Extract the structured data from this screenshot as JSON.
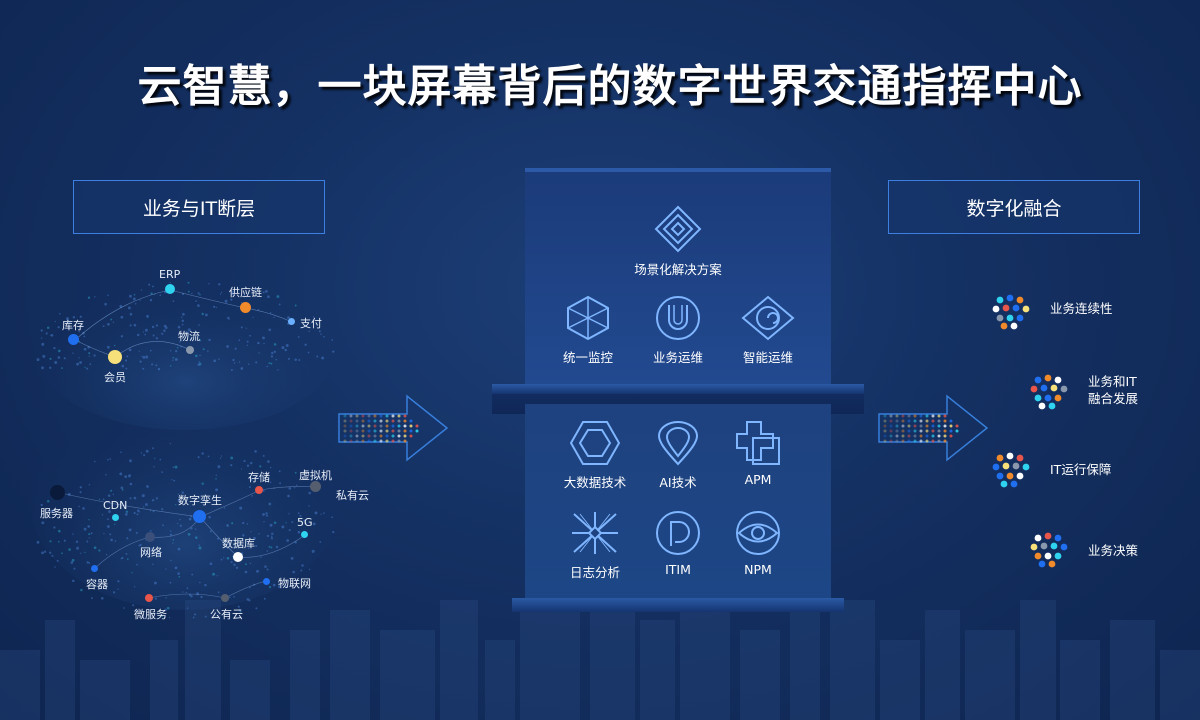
{
  "title": "云智慧，一块屏幕背后的数字世界交通指挥中心",
  "left_header": "业务与IT断层",
  "right_header": "数字化融合",
  "globe_top_labels": [
    "ERP",
    "供应链",
    "支付",
    "库存",
    "物流",
    "会员"
  ],
  "globe_bottom_labels": [
    "存储",
    "虚拟机",
    "私有云",
    "服务器",
    "CDN",
    "数字孪生",
    "5G",
    "网络",
    "数据库",
    "容器",
    "物联网",
    "微服务",
    "公有云"
  ],
  "center_top": {
    "headline": "场景化解决方案",
    "items": [
      "统一监控",
      "业务运维",
      "智能运维"
    ]
  },
  "center_bottom": {
    "items": [
      "大数据技术",
      "AI技术",
      "APM",
      "日志分析",
      "ITIM",
      "NPM"
    ]
  },
  "right_items": [
    {
      "line1": "业务连续性",
      "line2": ""
    },
    {
      "line1": "业务和IT",
      "line2": "融合发展"
    },
    {
      "line1": "IT运行保障",
      "line2": ""
    },
    {
      "line1": "业务决策",
      "line2": ""
    }
  ],
  "colors": {
    "accent_blue": "#3d7fe0",
    "cyan": "#2fd3f0",
    "orange": "#f08a2a",
    "yellow": "#f7e07a",
    "red": "#e8554a",
    "dark_navy": "#0e2550"
  }
}
